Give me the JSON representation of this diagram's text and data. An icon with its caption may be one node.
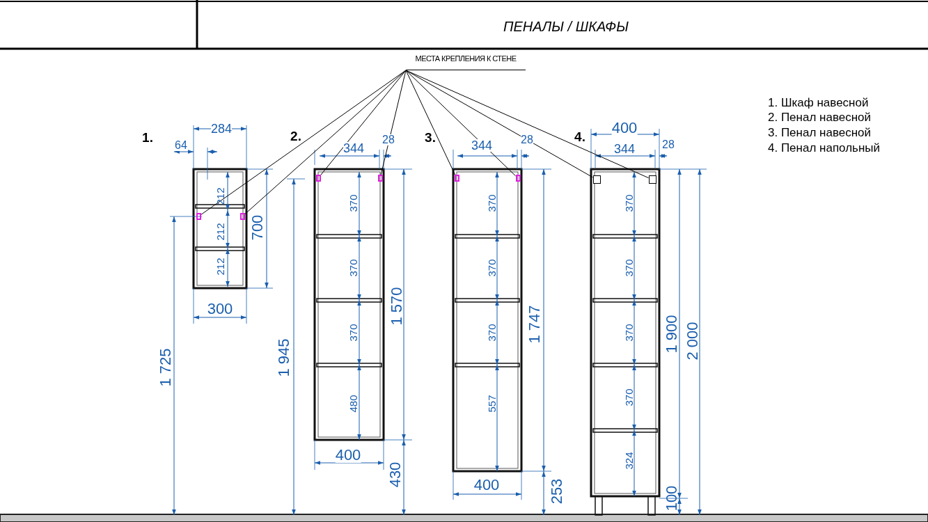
{
  "diagram": {
    "title": "ПЕНАЛЫ / ШКАФЫ",
    "nodes": [
      {
        "text": [
          "МЕСТА КРЕПЛЕНИЯ К СТЕНЕ"
        ]
      },
      {
        "text": [],
        "shape": "box"
      },
      {
        "text": [],
        "shape": "box"
      },
      {
        "text": [],
        "shape": "box"
      },
      {
        "text": [],
        "shape": "box"
      },
      {
        "text": [],
        "shape": "box"
      },
      {
        "text": [],
        "shape": "box"
      },
      {
        "text": [],
        "shape": "box"
      },
      {
        "text": [],
        "shape": "box"
      }
    ],
    "edges": [
      {
        "from": 0,
        "to": 1,
        "arrow": "none"
      },
      {
        "from": 0,
        "to": 2,
        "arrow": "none"
      },
      {
        "from": 0,
        "to": 3,
        "arrow": "none"
      },
      {
        "from": 0,
        "to": 4,
        "arrow": "none"
      },
      {
        "from": 0,
        "to": 5,
        "arrow": "none"
      },
      {
        "from": 0,
        "to": 6,
        "arrow": "none"
      },
      {
        "from": 0,
        "to": 7,
        "arrow": "none"
      },
      {
        "from": 0,
        "to": 8,
        "arrow": "none"
      }
    ],
    "labels": [
      "1. Шкаф навесной",
      "2. Пенал навесной",
      "3. Пенал навесной",
      "4. Пенал напольный",
      "1.",
      "284",
      "64",
      "212",
      "212",
      "212",
      "700",
      "300",
      "1 725",
      "2.",
      "344",
      "28",
      "370",
      "370",
      "370",
      "480",
      "1 570",
      "1 945",
      "400",
      "430",
      "3.",
      "344",
      "28",
      "370",
      "370",
      "370",
      "557",
      "1 747",
      "400",
      "253",
      "4.",
      "400",
      "344",
      "28",
      "370",
      "370",
      "370",
      "370",
      "324",
      "1 900",
      "2 000",
      "100"
    ]
  }
}
